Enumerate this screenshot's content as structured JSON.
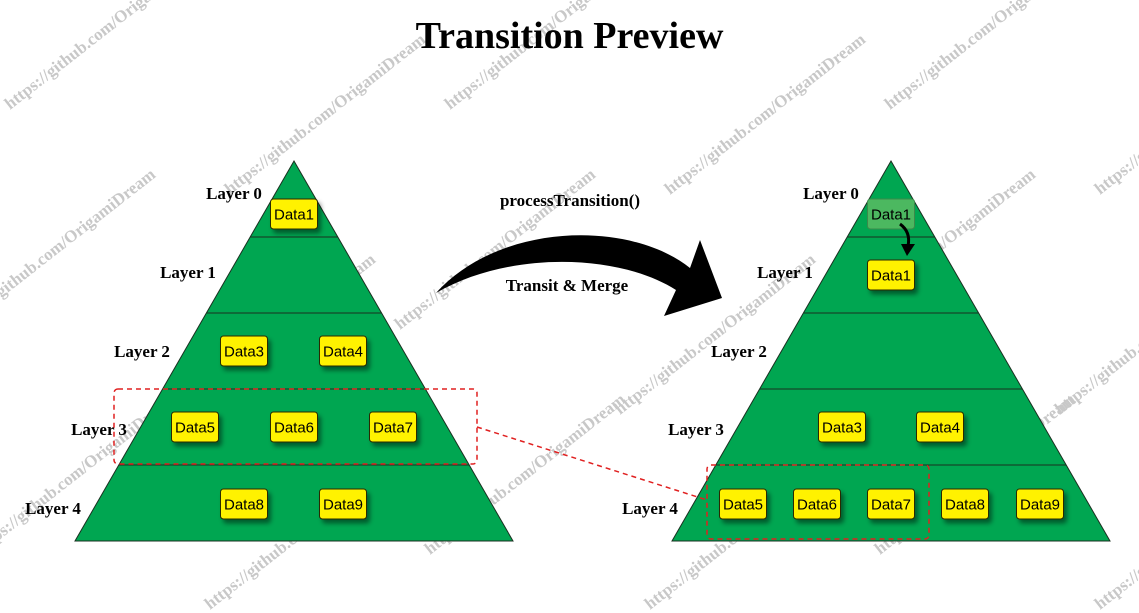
{
  "title": "Transition Preview",
  "watermark": "https://github.com/OrigamiDream",
  "operation": {
    "function_label": "processTransition()",
    "arrow_label": "Transit & Merge"
  },
  "colors": {
    "pyramid_fill": "#00a651",
    "node_fill": "#fff200",
    "highlight_border": "#e02020"
  },
  "before": {
    "layers": [
      "Layer 0",
      "Layer 1",
      "Layer 2",
      "Layer 3",
      "Layer 4"
    ],
    "nodes": [
      {
        "label": "Data1",
        "layer": 0
      },
      {
        "label": "Data3",
        "layer": 2
      },
      {
        "label": "Data4",
        "layer": 2
      },
      {
        "label": "Data5",
        "layer": 3
      },
      {
        "label": "Data6",
        "layer": 3
      },
      {
        "label": "Data7",
        "layer": 3
      },
      {
        "label": "Data8",
        "layer": 4
      },
      {
        "label": "Data9",
        "layer": 4
      }
    ]
  },
  "after": {
    "layers": [
      "Layer 0",
      "Layer 1",
      "Layer 2",
      "Layer 3",
      "Layer 4"
    ],
    "ghost_node": {
      "label": "Data1",
      "layer": 0
    },
    "nodes": [
      {
        "label": "Data1",
        "layer": 1
      },
      {
        "label": "Data3",
        "layer": 3
      },
      {
        "label": "Data4",
        "layer": 3
      },
      {
        "label": "Data5",
        "layer": 4
      },
      {
        "label": "Data6",
        "layer": 4
      },
      {
        "label": "Data7",
        "layer": 4
      },
      {
        "label": "Data8",
        "layer": 4
      },
      {
        "label": "Data9",
        "layer": 4
      }
    ]
  }
}
